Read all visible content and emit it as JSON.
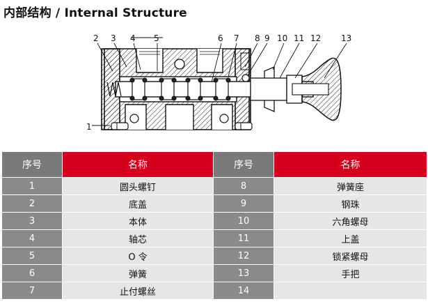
{
  "title": "内部结构 / Internal Structure",
  "diagram": {
    "callouts": [
      "1",
      "2",
      "3",
      "4",
      "5",
      "6",
      "7",
      "8",
      "9",
      "10",
      "11",
      "12",
      "13"
    ]
  },
  "table": {
    "headers": [
      "序号",
      "名称",
      "序号",
      "名称"
    ],
    "left_rows": [
      {
        "no": "1",
        "name": "圆头螺钉"
      },
      {
        "no": "2",
        "name": "底盖"
      },
      {
        "no": "3",
        "name": "本体"
      },
      {
        "no": "4",
        "name": "轴芯"
      },
      {
        "no": "5",
        "name": "O 令"
      },
      {
        "no": "6",
        "name": "弹簧"
      },
      {
        "no": "7",
        "name": "止付螺丝"
      }
    ],
    "right_rows": [
      {
        "no": "8",
        "name": "弹簧座"
      },
      {
        "no": "9",
        "name": "钢珠"
      },
      {
        "no": "10",
        "name": "六角螺母"
      },
      {
        "no": "11",
        "name": "上盖"
      },
      {
        "no": "12",
        "name": "锁紧螺母"
      },
      {
        "no": "13",
        "name": "手把"
      },
      {
        "no": "14",
        "name": ""
      }
    ]
  },
  "colors": {
    "header_gray": "#7a7a7a",
    "header_red": "#d6001c",
    "index_gray": "#8a8a8a",
    "name_bg": "#e6e6e6"
  }
}
